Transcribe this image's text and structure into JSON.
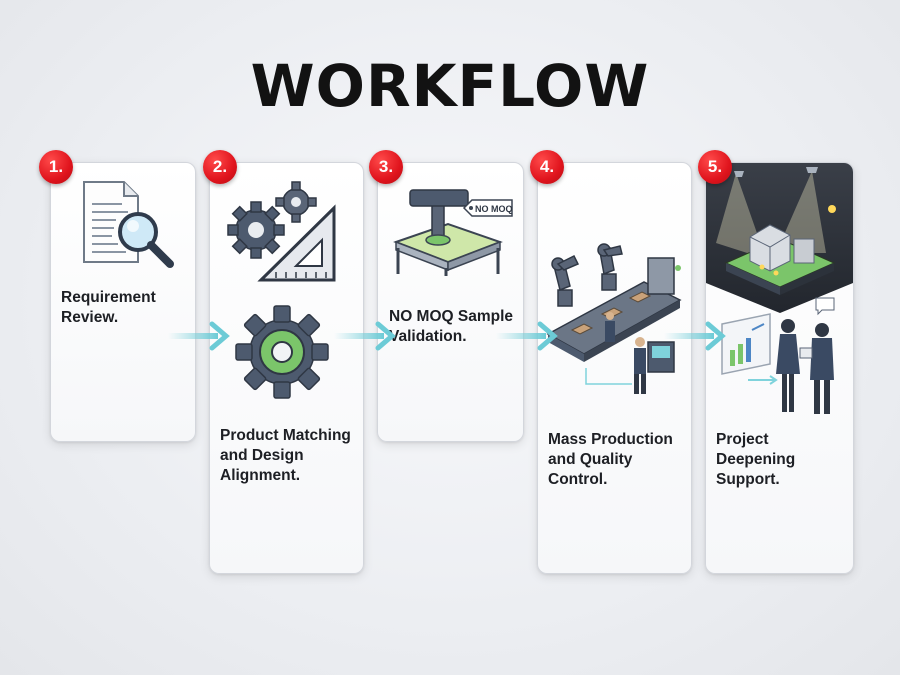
{
  "title": "WORKFLOW",
  "steps": [
    {
      "number": "1.",
      "label_lines": [
        "Requirement",
        "Review."
      ],
      "icon": "document-magnifier-icon"
    },
    {
      "number": "2.",
      "label_lines": [
        "Product Matching",
        "and Design",
        "Alignment."
      ],
      "icon": "gears-ruler-icon"
    },
    {
      "number": "3.",
      "label_lines": [
        "NO MOQ Sample",
        "Validation."
      ],
      "icon": "sample-press-icon",
      "tag": "NO MOQ"
    },
    {
      "number": "4.",
      "label_lines": [
        "Mass Production",
        "and Quality",
        "Control."
      ],
      "icon": "robot-assembly-line-icon"
    },
    {
      "number": "5.",
      "label_lines": [
        "Project",
        "Deepening",
        "Support."
      ],
      "icon": "lit-showroom-and-meeting-icon"
    }
  ],
  "colors": {
    "badge": "#e0141d",
    "arrow": "#7fd3dc",
    "gear": "#4d5a6e",
    "gear_accent": "#7bc56a",
    "showroom_bg": "#2c3038"
  }
}
